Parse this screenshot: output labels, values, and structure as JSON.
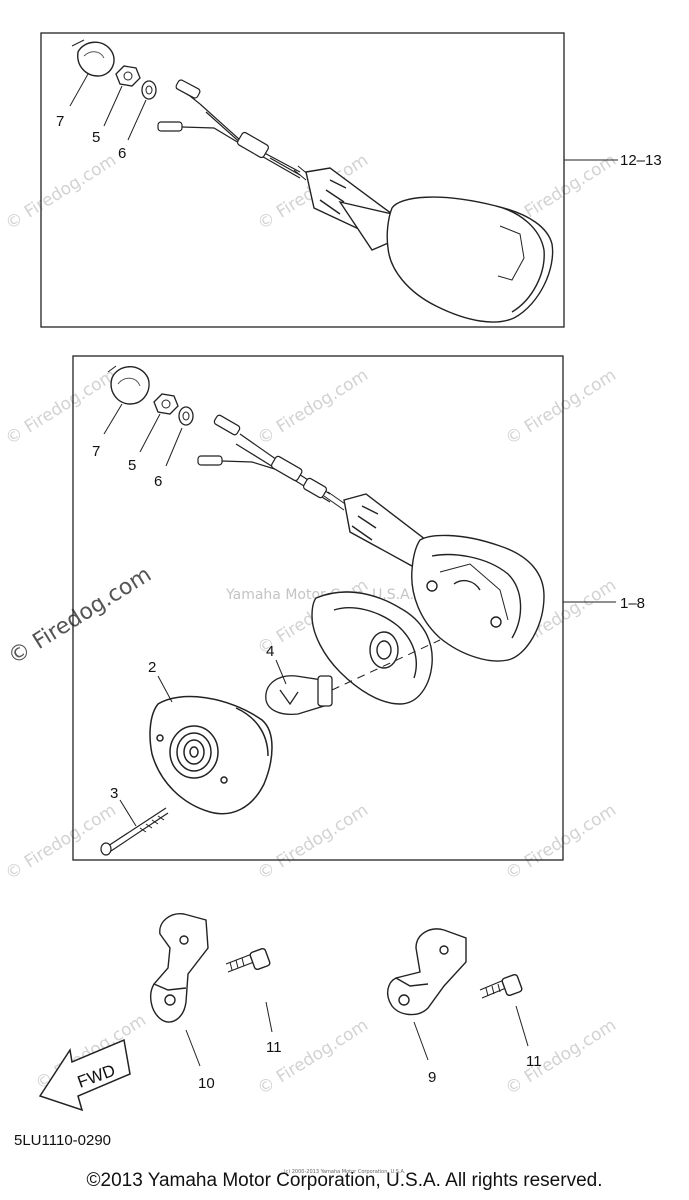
{
  "watermark": {
    "text": "© Firedog.com",
    "center_text": "Yamaha Motor Corp. U.S.A."
  },
  "assembly_upper": {
    "callouts": {
      "cap": "7",
      "nut": "5",
      "washer": "6",
      "assembly_ref": "12–13"
    }
  },
  "assembly_lower": {
    "callouts": {
      "cap": "7",
      "nut": "5",
      "washer": "6",
      "assembly_ref": "1–8",
      "lens": "2",
      "bulb": "4",
      "screw": "3"
    }
  },
  "brackets": {
    "left": {
      "bracket": "10",
      "bolt": "11"
    },
    "right": {
      "bracket": "9",
      "bolt": "11"
    }
  },
  "fwd_arrow": {
    "label": "FWD"
  },
  "diagram_code": "5LU1110-0290",
  "fine_print": "(c) 2000-2013 Yamaha Motor Corporation, U.S.A.",
  "copyright": "©2013 Yamaha Motor Corporation, U.S.A. All rights reserved."
}
